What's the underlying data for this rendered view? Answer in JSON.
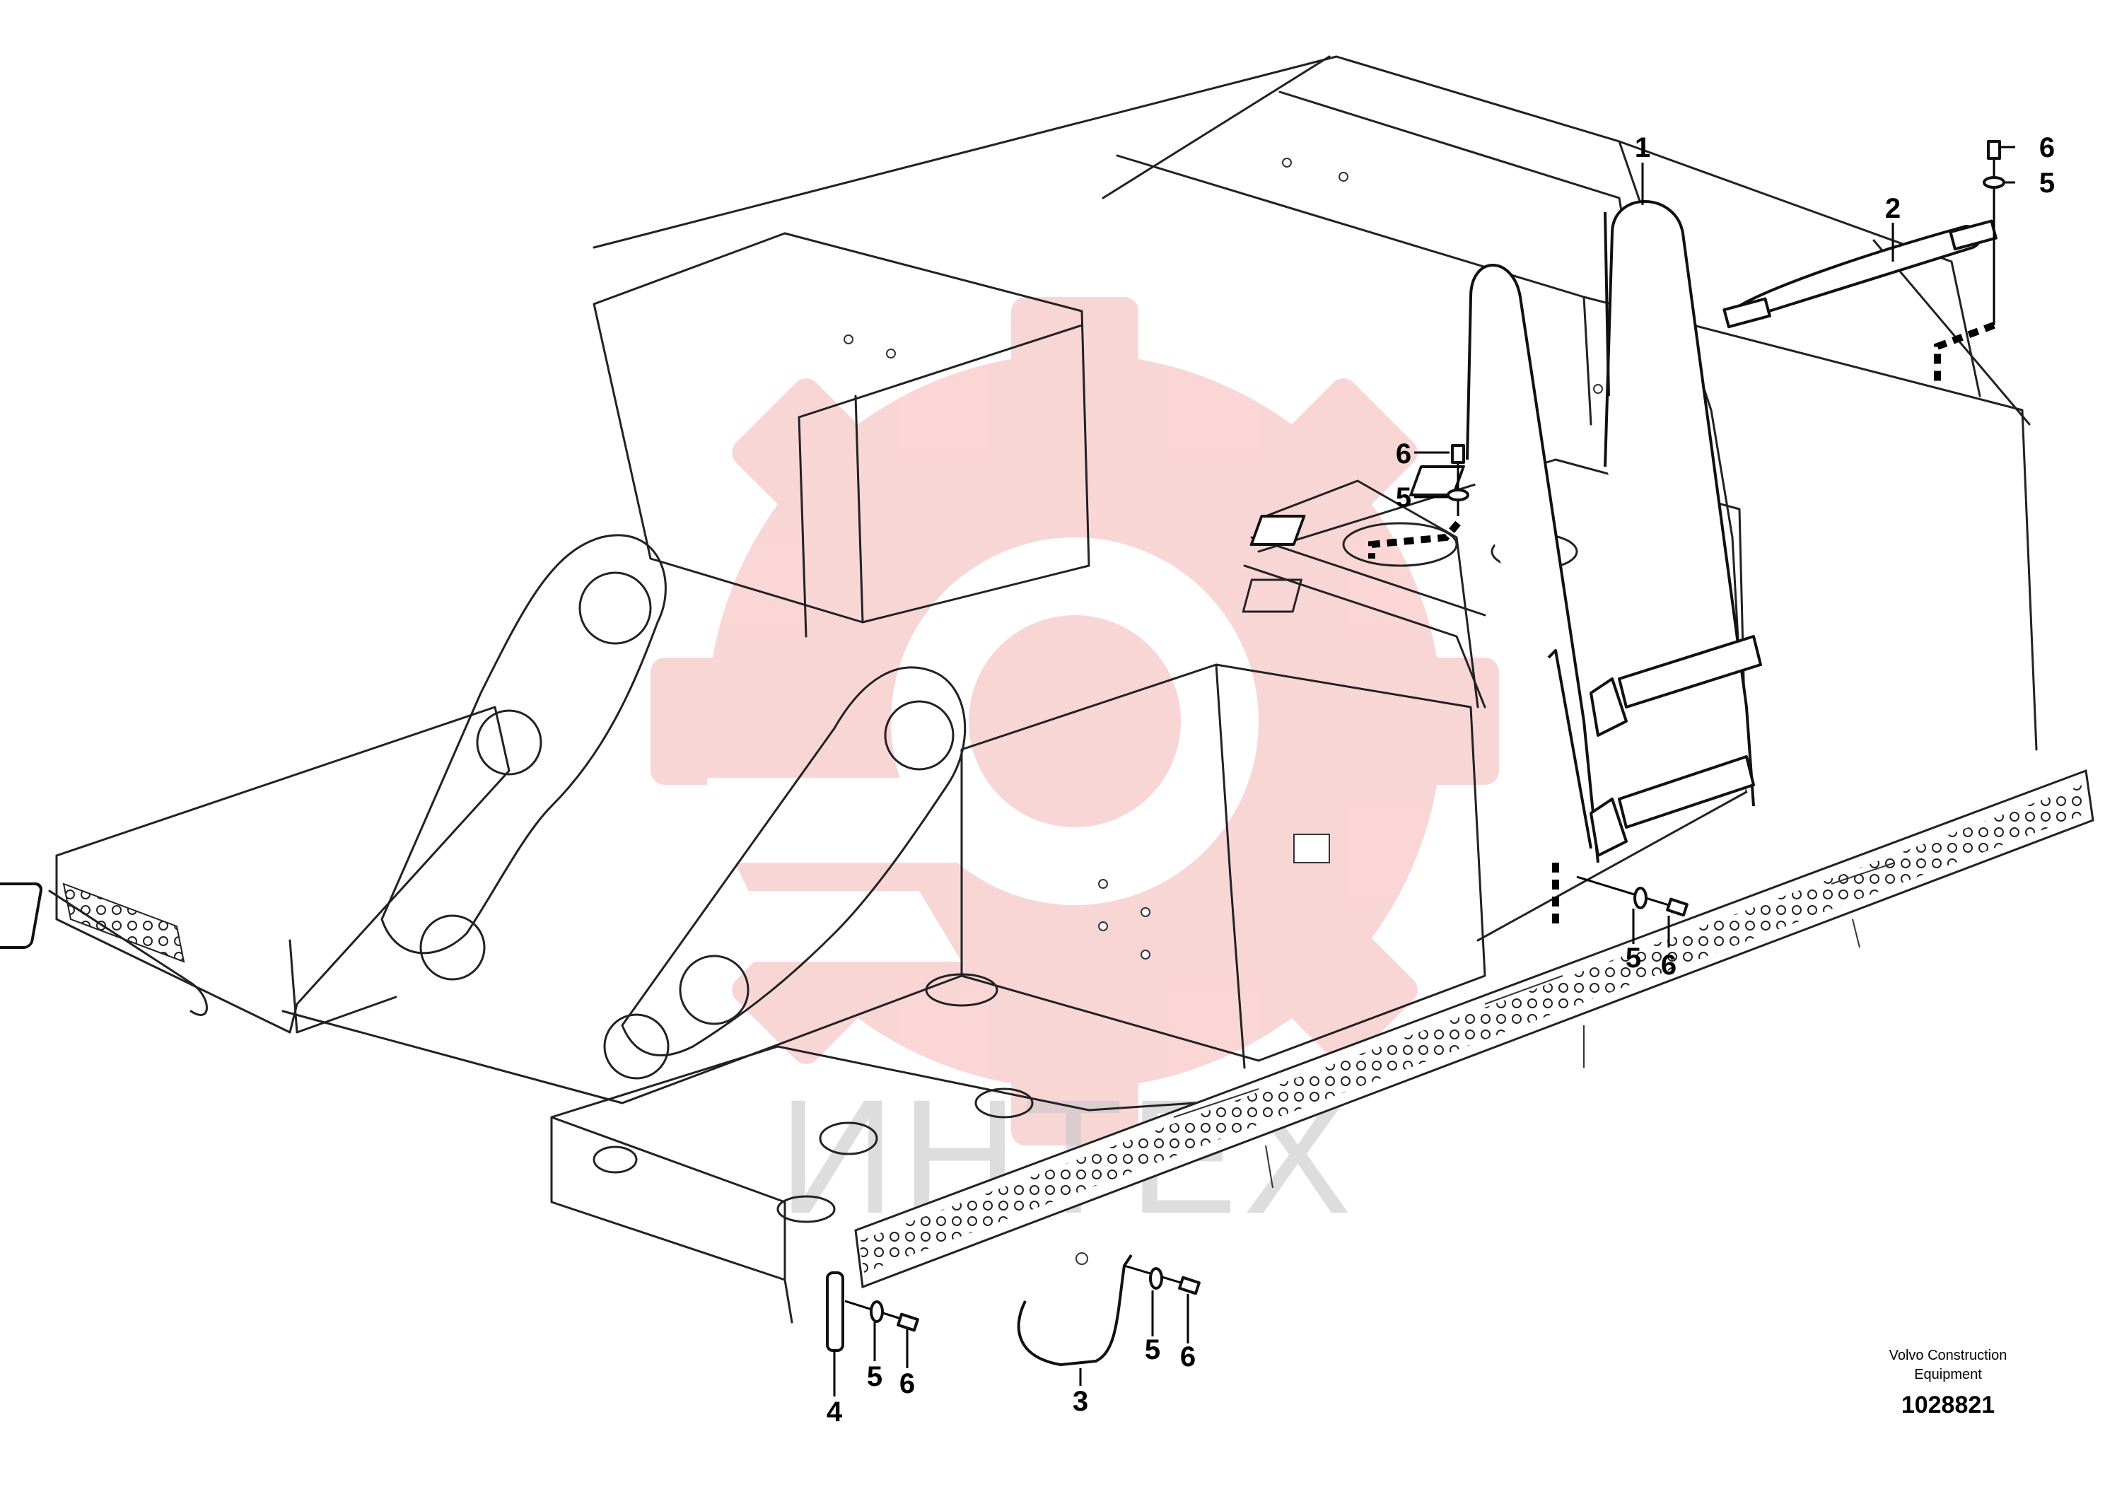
{
  "watermark": {
    "text": "ИНТЕХ",
    "gear_color": "#f5b5b5",
    "text_color": "#c8c8c8"
  },
  "callouts": [
    {
      "id": "c1",
      "label": "1"
    },
    {
      "id": "c2",
      "label": "2"
    },
    {
      "id": "c3",
      "label": "3"
    },
    {
      "id": "c4",
      "label": "4"
    },
    {
      "id": "c5a",
      "label": "5"
    },
    {
      "id": "c6a",
      "label": "6"
    },
    {
      "id": "c5b",
      "label": "5"
    },
    {
      "id": "c6b",
      "label": "6"
    },
    {
      "id": "c5c",
      "label": "5"
    },
    {
      "id": "c6c",
      "label": "6"
    },
    {
      "id": "c5d",
      "label": "5"
    },
    {
      "id": "c6d",
      "label": "6"
    },
    {
      "id": "c5e",
      "label": "5"
    },
    {
      "id": "c6e",
      "label": "6"
    }
  ],
  "caption": {
    "company_line1": "Volvo Construction",
    "company_line2": "Equipment",
    "drawing_number": "1028821"
  }
}
